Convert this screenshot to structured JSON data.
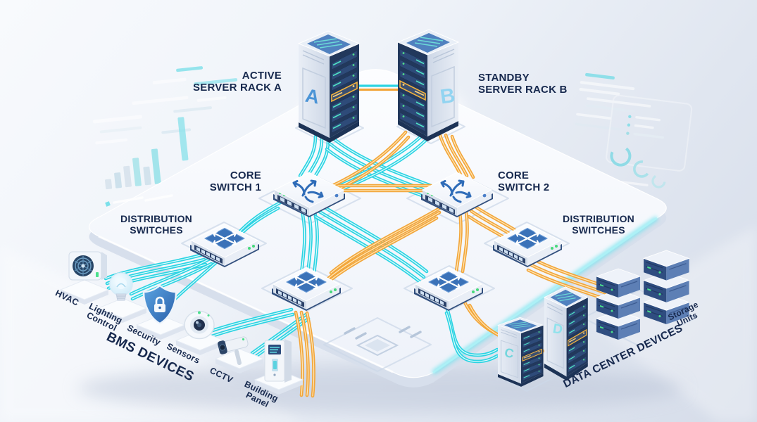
{
  "nodes": {
    "rack_a": {
      "label_line1": "ACTIVE",
      "label_line2": "SERVER RACK A",
      "letter": "A"
    },
    "rack_b": {
      "label_line1": "STANDBY",
      "label_line2": "SERVER RACK B",
      "letter": "B"
    },
    "core_switch_1": {
      "label_line1": "CORE",
      "label_line2": "SWITCH 1"
    },
    "core_switch_2": {
      "label_line1": "CORE",
      "label_line2": "SWITCH 2"
    },
    "distribution_left": {
      "label_line1": "DISTRIBUTION",
      "label_line2": "SWITCHES"
    },
    "distribution_right": {
      "label_line1": "DISTRIBUTION",
      "label_line2": "SWITCHES"
    },
    "rack_c": {
      "letter": "C"
    },
    "rack_d": {
      "letter": "D"
    }
  },
  "groups": {
    "bms": {
      "title": "BMS DEVICES",
      "devices": [
        {
          "name": "HVAC"
        },
        {
          "name": "Lighting Control"
        },
        {
          "name": "Security"
        },
        {
          "name": "Sensors"
        },
        {
          "name": "CCTV"
        },
        {
          "name": "Building Panel"
        }
      ]
    },
    "datacenter": {
      "title": "DATA CENTER DEVICES",
      "storage_label": "Storage Units"
    }
  },
  "colors": {
    "fiber_cable": "#2BD3E2",
    "copper_cable": "#F2A63B",
    "label_text": "#17294E",
    "switch_panel": "#3B72B8",
    "led_green": "#46D97A",
    "rack_face": "#22385C"
  }
}
